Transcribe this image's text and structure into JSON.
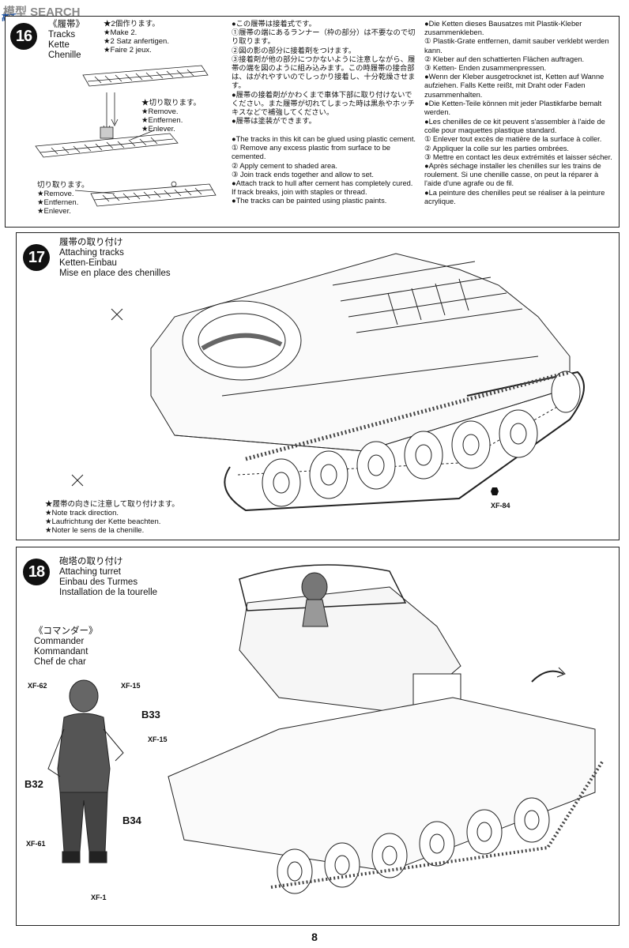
{
  "watermark": "模型 SEARCH",
  "side_logo": "高手",
  "page_number": "8",
  "step16": {
    "number": "16",
    "title_jp": "《履帯》",
    "title_en": "Tracks",
    "title_de": "Kette",
    "title_fr": "Chenille",
    "make_jp": "★2個作ります。",
    "make_en": "★Make 2.",
    "make_de": "★2 Satz anfertigen.",
    "make_fr": "★Faire 2 jeux.",
    "remove1": [
      "★切り取ります。",
      "★Remove.",
      "★Entfernen.",
      "★Enlever."
    ],
    "remove2": [
      "切り取ります。",
      "★Remove.",
      "★Entfernen.",
      "★Enlever."
    ],
    "col_jp": [
      "●この履帯は接着式です。",
      "①履帯の端にあるランナー（枠の部分）は不要なので切り取ります。",
      "②図の影の部分に接着剤をつけます。",
      "③接着剤が他の部分につかないように注意しながら、履帯の端を図のように組み込みます。この時履帯の接合部は、はがれやすいのでしっかり接着し、十分乾燥させます。",
      "●履帯の接着剤がかわくまで車体下部に取り付けないでください。また履帯が切れてしまった時は黒糸やホッチキスなどで補強してください。",
      "●履帯は塗装ができます。"
    ],
    "col_en": [
      "●The tracks in this kit can be glued using plastic cement.",
      "① Remove any excess plastic from surface to be cemented.",
      "② Apply cement to shaded area.",
      "③ Join track ends together and allow to set.",
      "●Attach track to hull after cement has completely cured. If track breaks, join with staples or thread.",
      "●The tracks can be painted using plastic paints."
    ],
    "col_de": [
      "●Die Ketten dieses Bausatzes mit Plastik-Kleber zusammenkleben.",
      "① Plastik-Grate entfernen, damit sauber verklebt werden kann.",
      "② Kleber auf den schattierten Flächen auftragen.",
      "③ Ketten- Enden zusammenpressen.",
      "●Wenn der Kleber ausgetrocknet ist, Ketten auf Wanne aufziehen. Falls Kette reißt, mit Draht oder Faden zusammenhalten.",
      "●Die Ketten-Teile können mit jeder Plastikfarbe bemalt werden."
    ],
    "col_fr": [
      "●Les chenilles de ce kit peuvent s'assembler à l'aide de colle pour maquettes plastique standard.",
      "① Enlever tout excès de matière de la surface à coller.",
      "② Appliquer la colle sur les parties ombrées.",
      "③ Mettre en contact les deux extrémités et laisser sécher.",
      "●Après séchage installer les chenilles sur les trains de roulement. Si une chenille casse, on peut la réparer à l'aide d'une agrafe ou de fil.",
      "●La peinture des chenilles peut se réaliser à la peinture acrylique."
    ]
  },
  "step17": {
    "number": "17",
    "title_jp": "履帯の取り付け",
    "title_en": "Attaching tracks",
    "title_de": "Ketten-Einbau",
    "title_fr": "Mise en place des chenilles",
    "note": [
      "★履帯の向きに注意して取り付けます。",
      "★Note track direction.",
      "★Laufrichtung der Kette beachten.",
      "★Noter le sens de la chenille."
    ],
    "paint_code": "XF-84"
  },
  "step18": {
    "number": "18",
    "title_jp": "砲塔の取り付け",
    "title_en": "Attaching turret",
    "title_de": "Einbau des Turmes",
    "title_fr": "Installation de la tourelle",
    "commander_jp": "《コマンダー》",
    "commander_en": "Commander",
    "commander_de": "Kommandant",
    "commander_fr": "Chef de char",
    "codes": {
      "xf62": "XF-62",
      "xf15a": "XF-15",
      "xf15b": "XF-15",
      "xf61": "XF-61",
      "xf1": "XF-1"
    },
    "parts": {
      "b33": "B33",
      "b32": "B32",
      "b34": "B34"
    }
  }
}
